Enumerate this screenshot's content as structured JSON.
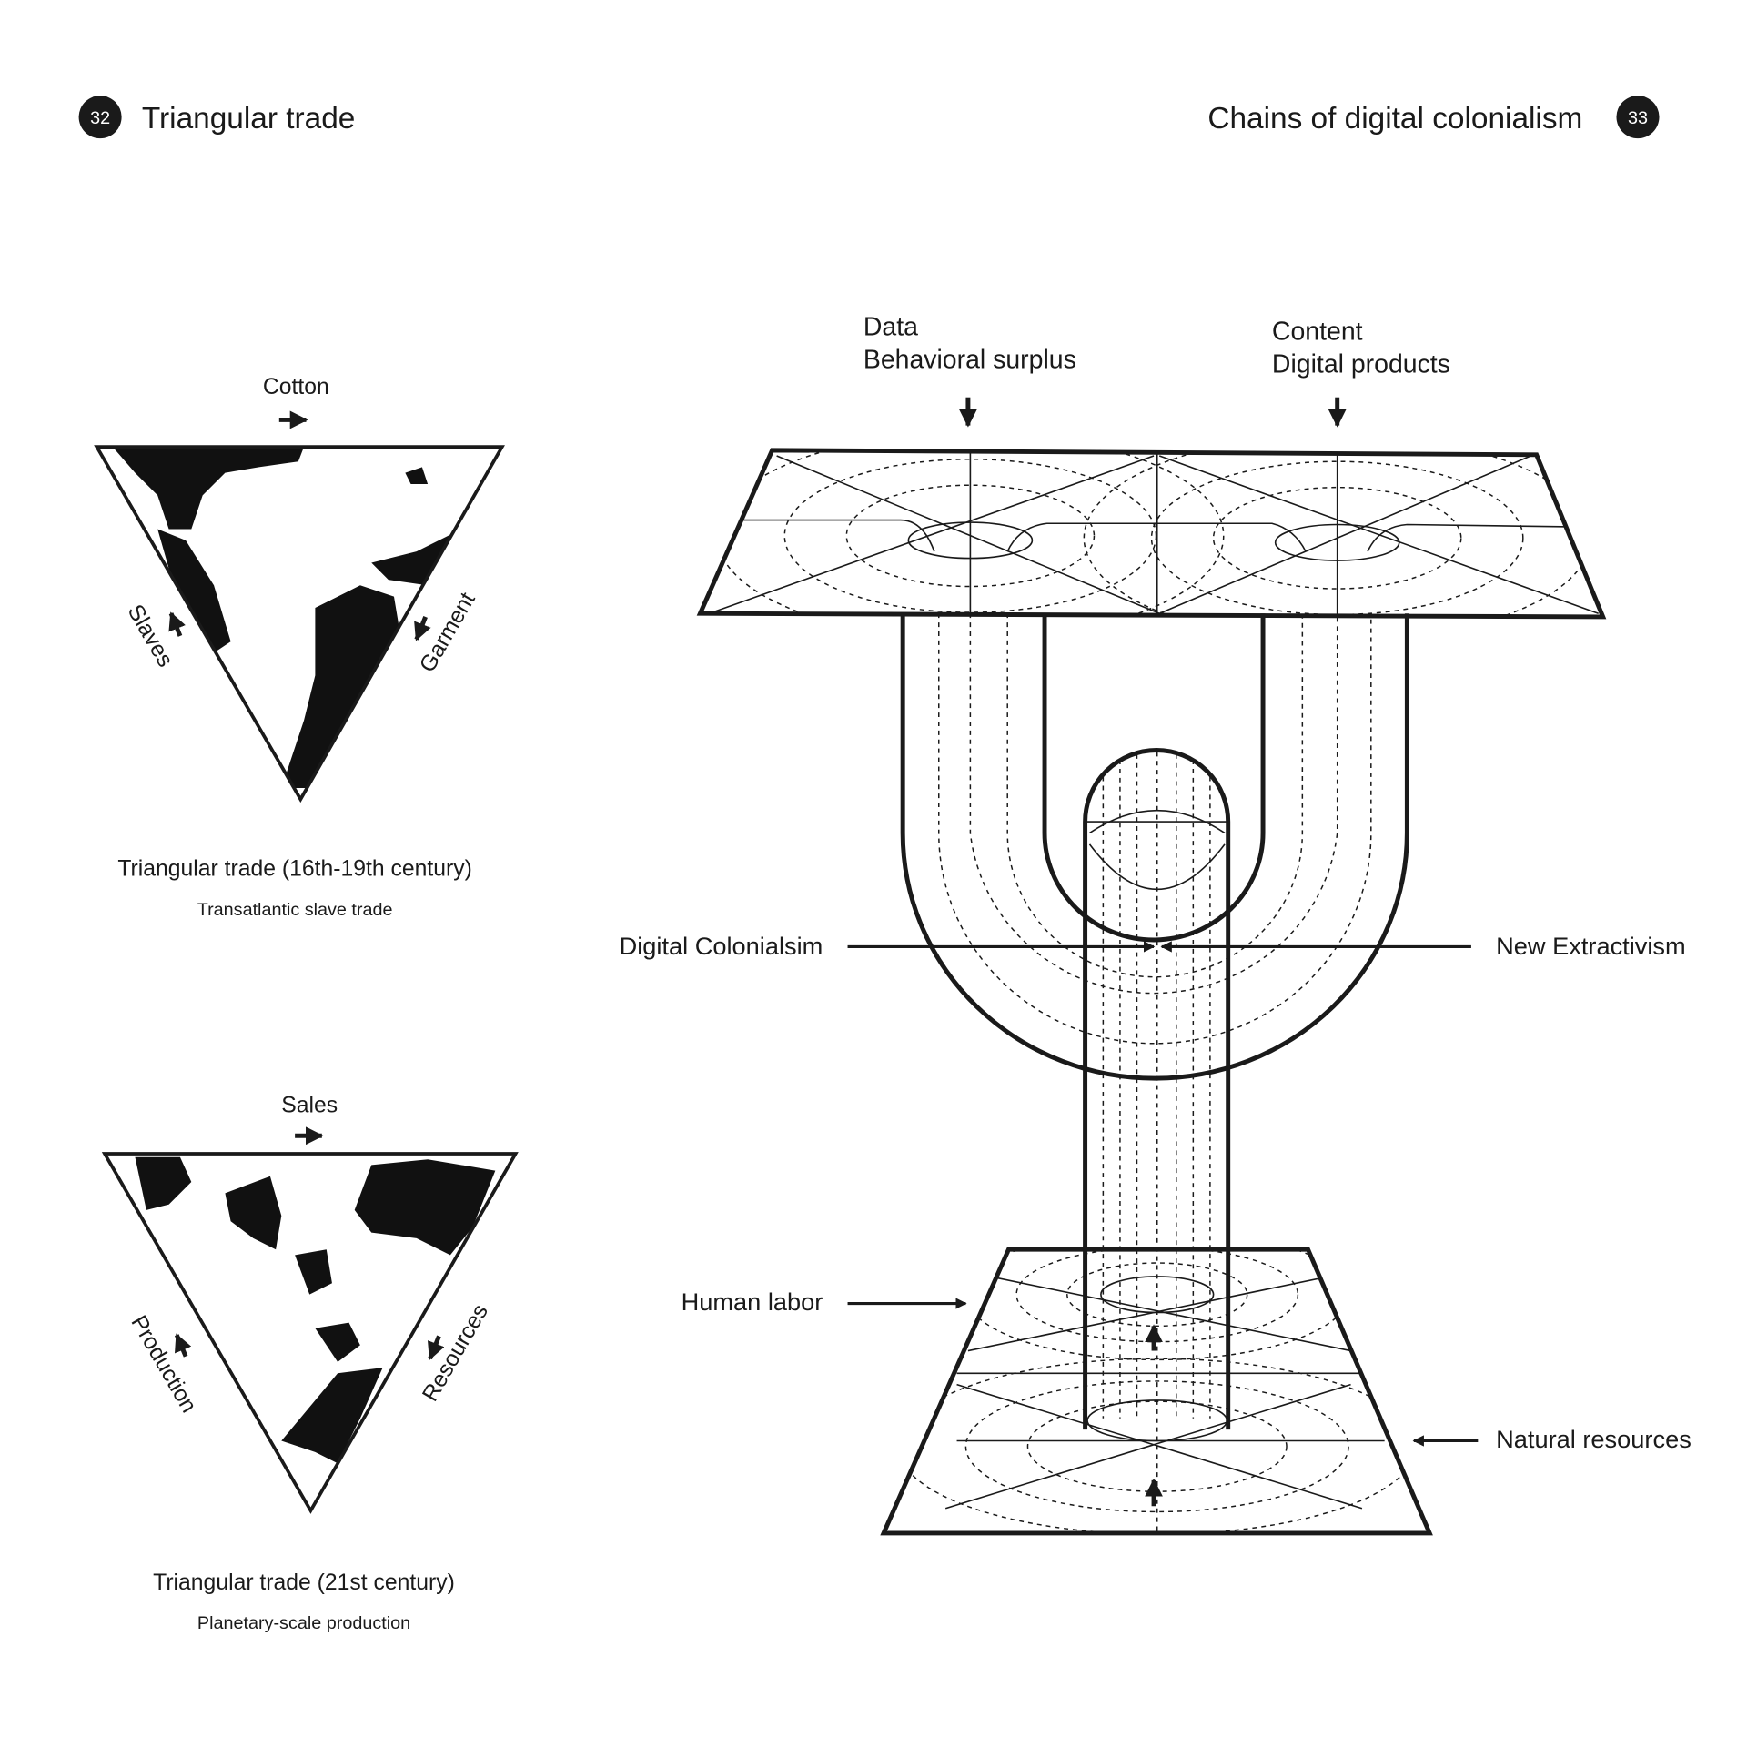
{
  "left_page": {
    "page_number": "32",
    "title": "Triangular trade",
    "diagram_1": {
      "top_label": "Cotton",
      "left_label": "Slaves",
      "right_label": "Garment",
      "caption": "Triangular trade (16th-19th century)",
      "subcaption": "Transatlantic slave trade"
    },
    "diagram_2": {
      "top_label": "Sales",
      "left_label": "Production",
      "right_label": "Resources",
      "caption": "Triangular trade (21st century)",
      "subcaption": "Planetary-scale production"
    }
  },
  "right_page": {
    "page_number": "33",
    "title": "Chains of digital colonialism",
    "labels": {
      "data": "Data",
      "behavioral_surplus": "Behavioral surplus",
      "content": "Content",
      "digital_products": "Digital products",
      "digital_colonialism": "Digital Colonialsim",
      "new_extractivism": "New Extractivism",
      "human_labor": "Human labor",
      "natural_resources": "Natural resources"
    }
  }
}
